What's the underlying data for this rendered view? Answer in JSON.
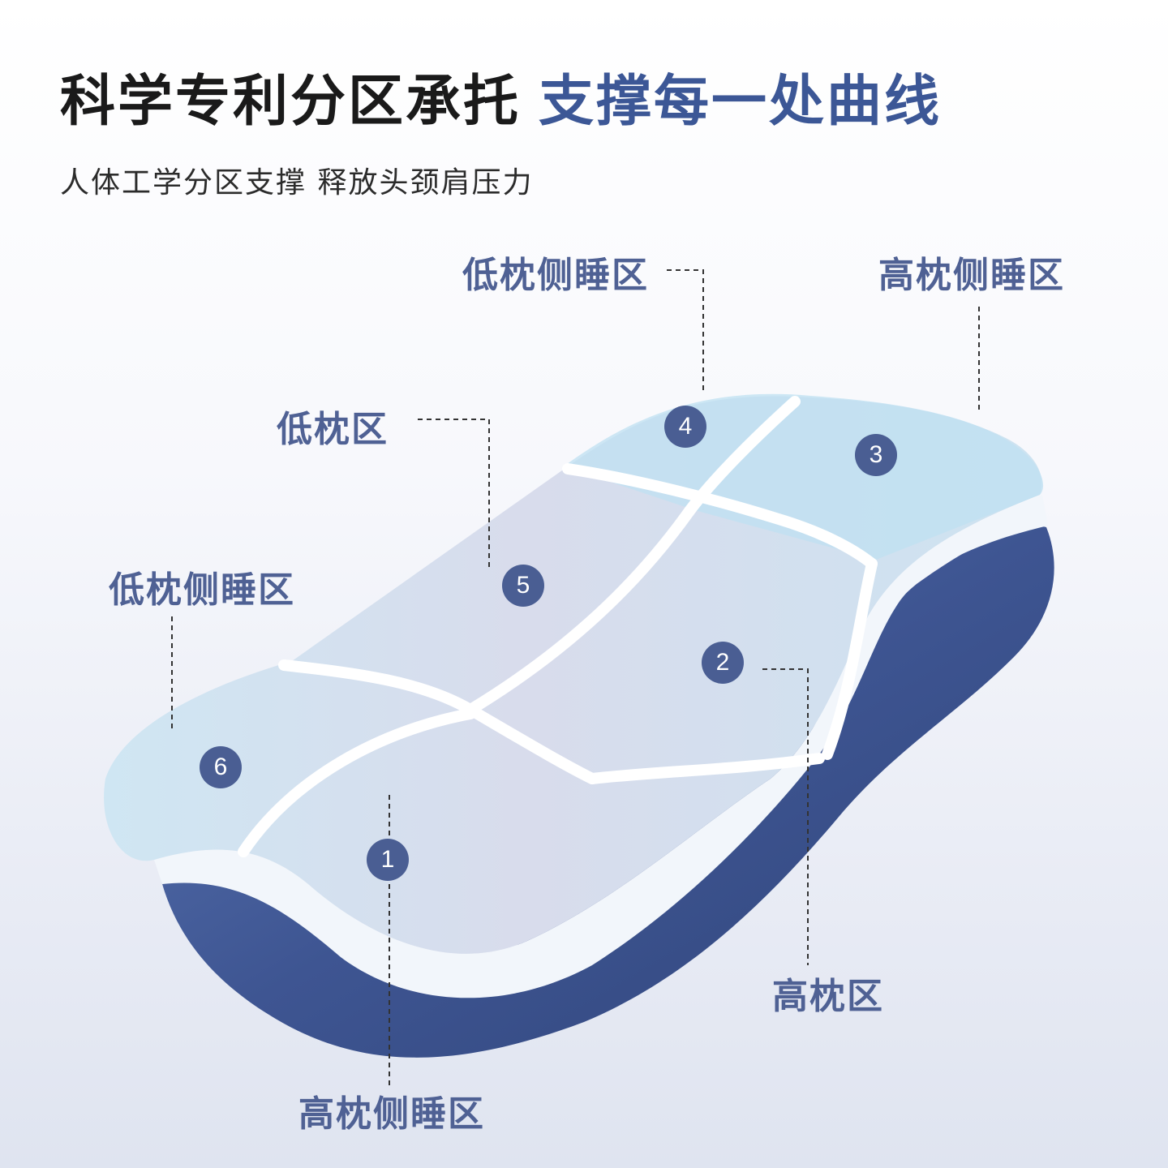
{
  "headline": {
    "part1": "科学专利分区承托",
    "part2": "支撑每一处曲线"
  },
  "subtitle": "人体工学分区支撑 释放头颈肩压力",
  "callouts": {
    "top_low_side": "低枕侧睡区",
    "top_high_side": "高枕侧睡区",
    "low_zone": "低枕区",
    "left_low_side": "低枕侧睡区",
    "high_zone": "高枕区",
    "bottom_high_side": "高枕侧睡区"
  },
  "zones": [
    "1",
    "2",
    "3",
    "4",
    "5",
    "6"
  ],
  "colors": {
    "headline_dark": "#1a1a1a",
    "headline_accent": "#3c5796",
    "callout_text": "#4f6194",
    "badge": "#4a5e93",
    "pillow_base": "#3e5592",
    "zone_light_blue": "#cfe6f3",
    "zone_lavender": "#d6dbea"
  }
}
